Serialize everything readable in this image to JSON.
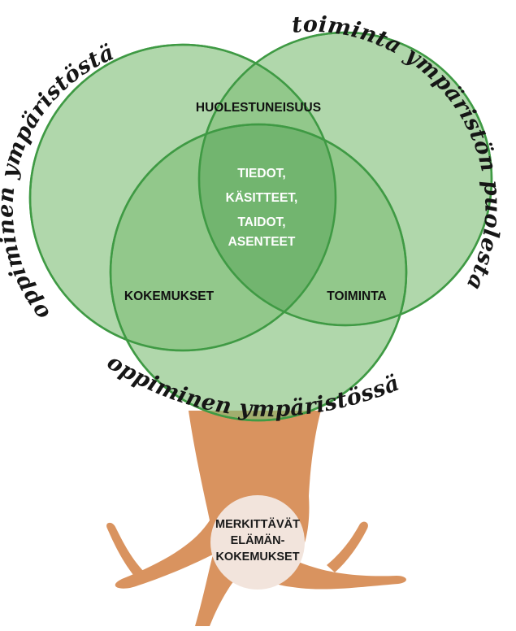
{
  "diagram": {
    "arc_labels": {
      "left": "oppiminen ympäristöstä",
      "right": "toiminta ympäristön puolesta",
      "bottom": "oppiminen ympäristössä"
    },
    "regions": {
      "top": "HUOLESTUNEISUUS",
      "left": "KOKEMUKSET",
      "right": "TOIMINTA"
    },
    "core": [
      "TIEDOT,",
      "KÄSITTEET,",
      "TAIDOT,",
      "ASENTEET"
    ],
    "root": [
      "MERKITTÄVÄT",
      "ELÄMÄN-",
      "KOKEMUKSET"
    ],
    "colors": {
      "circle_fill": "#7fbf78",
      "circle_stroke": "#3f9a44",
      "core_fill": "#4ca453",
      "trunk": "#d9935f",
      "root_circle": "#f2e4dc"
    }
  }
}
